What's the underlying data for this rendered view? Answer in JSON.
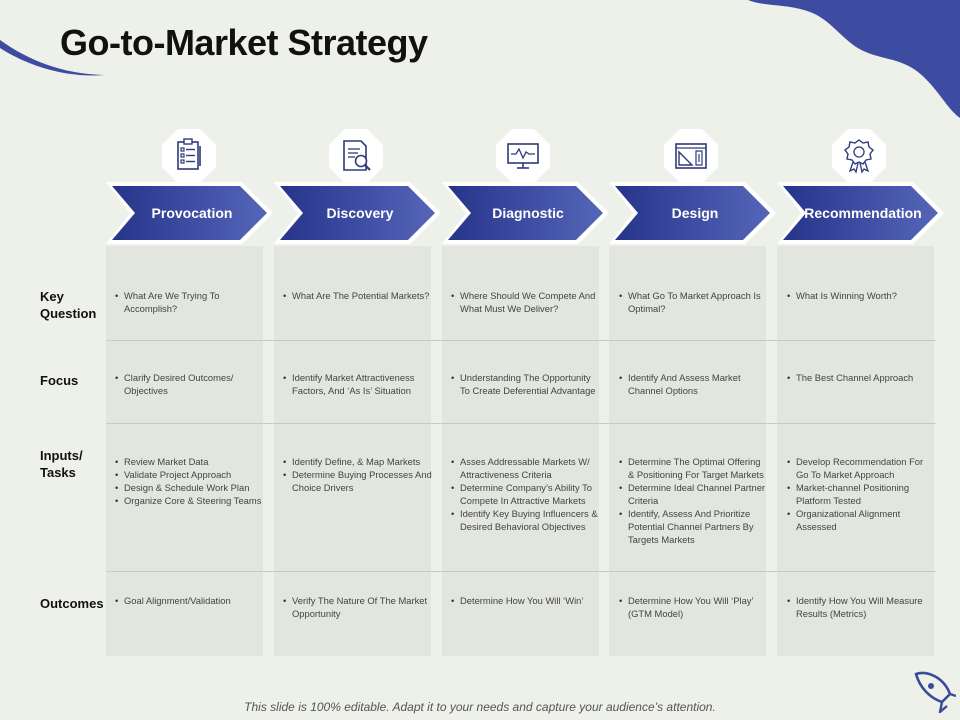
{
  "title": "Go-to-Market Strategy",
  "accent_color": "#3b4a99",
  "icons": [
    "checklist-icon",
    "document-search-icon",
    "monitor-chart-icon",
    "design-tools-icon",
    "award-badge-icon"
  ],
  "stages": [
    "Provocation",
    "Discovery",
    "Diagnostic",
    "Design",
    "Recommendation"
  ],
  "rows": [
    {
      "label": "Key Question",
      "cells": [
        [
          "What Are We Trying To Accomplish?"
        ],
        [
          "What Are The Potential Markets?"
        ],
        [
          "Where Should We Compete And What Must We Deliver?"
        ],
        [
          "What Go To Market Approach Is Optimal?"
        ],
        [
          "What Is Winning Worth?"
        ]
      ]
    },
    {
      "label": "Focus",
      "cells": [
        [
          "Clarify Desired Outcomes/ Objectives"
        ],
        [
          "Identify Market Attractiveness Factors, And ‘As Is’ Situation"
        ],
        [
          "Understanding The Opportunity To Create Deferential Advantage"
        ],
        [
          "Identify And Assess Market Channel Options"
        ],
        [
          "The Best Channel Approach"
        ]
      ]
    },
    {
      "label": "Inputs/ Tasks",
      "cells": [
        [
          "Review Market Data",
          "Validate Project Approach",
          "Design & Schedule Work Plan",
          "Organize Core & Steering Teams"
        ],
        [
          "Identify Define, & Map Markets",
          "Determine Buying Processes And Choice Drivers"
        ],
        [
          "Asses Addressable Markets W/ Attractiveness Criteria",
          "Determine Company’s Ability To Compete In Attractive Markets",
          "Identify Key Buying Influencers & Desired Behavioral Objectives"
        ],
        [
          "Determine The Optimal Offering & Positioning For Target Markets",
          "Determine Ideal Channel Partner Criteria",
          "Identify, Assess And Prioritize Potential Channel Partners By Targets Markets"
        ],
        [
          "Develop Recommendation For Go To Market Approach",
          "Market-channel Positioning Platform Tested",
          "Organizational Alignment Assessed"
        ]
      ]
    },
    {
      "label": "Outcomes",
      "cells": [
        [
          "Goal Alignment/Validation"
        ],
        [
          "Verify The Nature Of The Market Opportunity"
        ],
        [
          "Determine How You Will ‘Win’"
        ],
        [
          "Determine How You Will ‘Play’ (GTM Model)"
        ],
        [
          "Identify How You Will Measure Results (Metrics)"
        ]
      ]
    }
  ],
  "footer": "This slide is 100% editable. Adapt it to your needs and capture your audience’s attention.",
  "footer_icon": "rocket-icon"
}
